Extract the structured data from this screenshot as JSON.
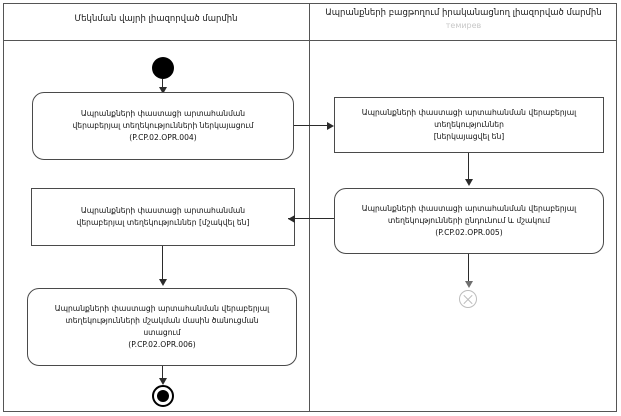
{
  "diagram": {
    "type": "uml-activity-diagram",
    "title": "",
    "lanes": [
      {
        "id": "departure-authority",
        "label": "Մեկնման վայրի լիազորված մարմին",
        "sublabel": ""
      },
      {
        "id": "export-authority",
        "label": "Ապրանքների բացթողում իրականացնող լիազորված մարմին",
        "sublabel": "темирев"
      }
    ],
    "nodes": [
      {
        "id": "initial",
        "kind": "initial-node",
        "lane": "departure-authority",
        "label": ""
      },
      {
        "id": "action-opr-004",
        "kind": "action",
        "lane": "departure-authority",
        "label": "Ապրանքների փաստացի արտահանման\nվերաբերյալ տեղեկությունների ներկայացում\n(P.CP.02.OPR.004)"
      },
      {
        "id": "object-submitted",
        "kind": "object-node",
        "lane": "export-authority",
        "label": "Ապրանքների փաստացի արտահանման վերաբերյալ\nտեղեկություններ\n[ներկայացվել են]"
      },
      {
        "id": "action-opr-005",
        "kind": "action",
        "lane": "export-authority",
        "label": "Ապրանքների փաստացի արտահանման վերաբերյալ\nտեղեկությունների ընդունում և մշակում\n(P.CP.02.OPR.005)"
      },
      {
        "id": "object-processed",
        "kind": "object-node",
        "lane": "departure-authority",
        "label": "Ապրանքների փաստացի արտահանման\nվերաբերյալ տեղեկություններ [մշակվել են]"
      },
      {
        "id": "action-opr-006",
        "kind": "action",
        "lane": "departure-authority",
        "label": "Ապրանքների փաստացի արտահանման վերաբերյալ\nտեղեկությունների մշակման մասին ծանուցման\nստացում\n(P.CP.02.OPR.006)"
      },
      {
        "id": "flow-final",
        "kind": "flow-final-node",
        "lane": "export-authority",
        "label": ""
      },
      {
        "id": "activity-final",
        "kind": "activity-final-node",
        "lane": "departure-authority",
        "label": ""
      }
    ],
    "edges": [
      {
        "from": "initial",
        "to": "action-opr-004",
        "direction": "down"
      },
      {
        "from": "action-opr-004",
        "to": "object-submitted",
        "direction": "right"
      },
      {
        "from": "object-submitted",
        "to": "action-opr-005",
        "direction": "down"
      },
      {
        "from": "action-opr-005",
        "to": "object-processed",
        "direction": "left"
      },
      {
        "from": "action-opr-005",
        "to": "flow-final",
        "direction": "down"
      },
      {
        "from": "object-processed",
        "to": "action-opr-006",
        "direction": "down"
      },
      {
        "from": "action-opr-006",
        "to": "activity-final",
        "direction": "down"
      }
    ],
    "colors": {
      "border": "#4a4a4a",
      "frame": "#555555",
      "edge": "#2b2b2b",
      "flow_final": "#bdbdbd",
      "background": "#ffffff",
      "text": "#111111"
    }
  }
}
